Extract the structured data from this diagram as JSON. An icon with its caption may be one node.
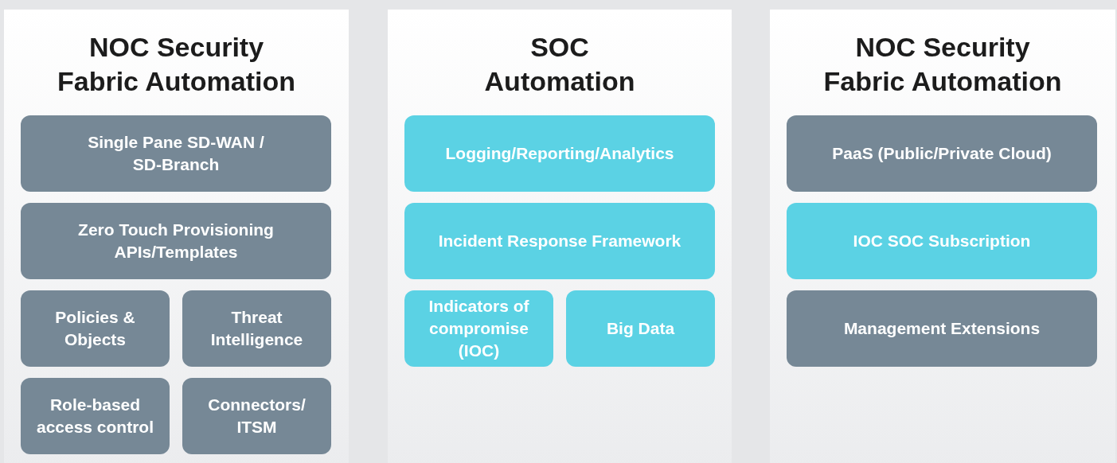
{
  "diagram": {
    "nodes": [
      {
        "text": [
          "NOC Security Fabric Automation"
        ]
      },
      {
        "text": [
          "Single Pane SD-WAN / SD-Branch"
        ],
        "in": 0
      },
      {
        "text": [
          "Zero Touch Provisioning APIs/Templates"
        ],
        "in": 0
      },
      {
        "text": [
          "Policies & Objects"
        ],
        "in": 0
      },
      {
        "text": [
          "Threat Intelligence"
        ],
        "in": 0
      },
      {
        "text": [
          "Role-based access control"
        ],
        "in": 0
      },
      {
        "text": [
          "Connectors/ ITSM"
        ],
        "in": 0
      },
      {
        "text": [
          "SOC Automation"
        ]
      },
      {
        "text": [
          "Logging/Reporting/Analytics"
        ],
        "in": 7
      },
      {
        "text": [
          "Incident Response Framework"
        ],
        "in": 7
      },
      {
        "text": [
          "Indicators of compromise (IOC)"
        ],
        "in": 7
      },
      {
        "text": [
          "Big Data"
        ],
        "in": 7
      },
      {
        "text": [
          "NOC Security Fabric Automation"
        ]
      },
      {
        "text": [
          "PaaS (Public/Private Cloud)"
        ],
        "in": 12
      },
      {
        "text": [
          "IOC SOC Subscription"
        ],
        "in": 12
      },
      {
        "text": [
          "Management Extensions"
        ],
        "in": 12
      }
    ]
  }
}
